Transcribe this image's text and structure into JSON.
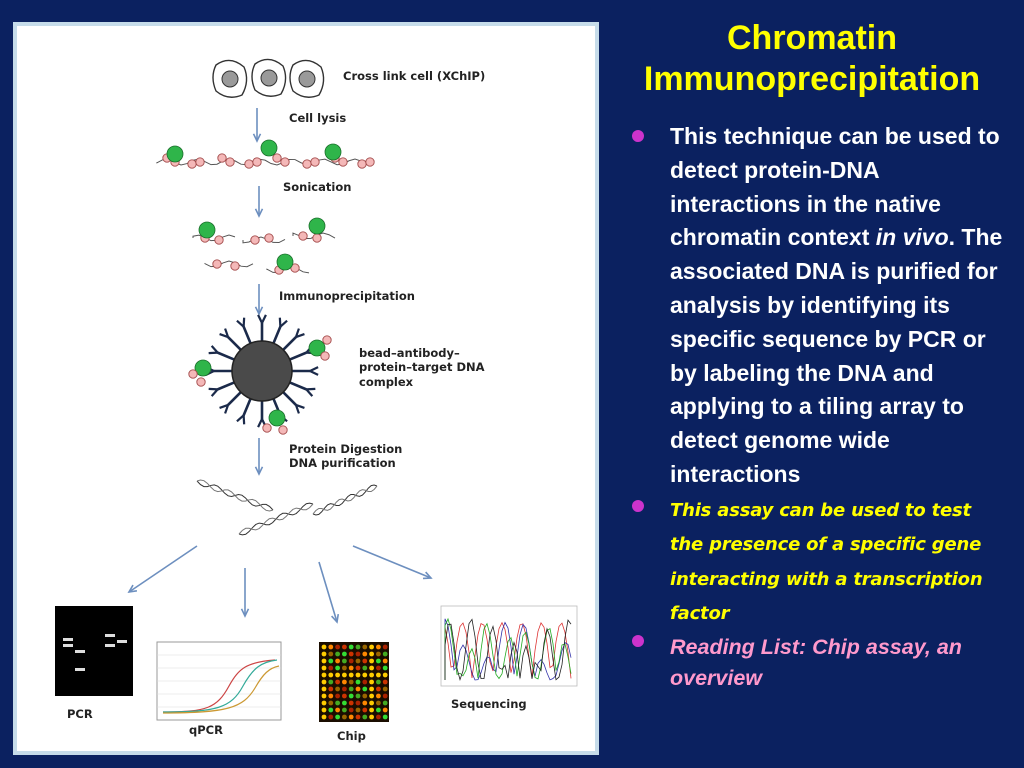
{
  "slide": {
    "title": "Chromatin Immunoprecipitation",
    "bullets": [
      {
        "text_before": "This technique can be used to detect protein-DNA interactions in the native chromatin context ",
        "emphasis": "in vivo",
        "text_after": ". The associated DNA is purified for analysis by identifying its specific sequence by PCR or by labeling the DNA and applying to a tiling array to detect genome wide interactions"
      },
      {
        "text": "This assay can be used to test the presence of a specific gene interacting with a transcription factor"
      },
      {
        "text": "Reading List: Chip assay, an overview"
      }
    ]
  },
  "figure": {
    "steps": {
      "crosslink": "Cross link cell (XChIP)",
      "lysis": "Cell lysis",
      "sonication": "Sonication",
      "ip": "Immunoprecipitation",
      "complex_line1": "bead–antibody–",
      "complex_line2": "protein–target DNA",
      "complex_line3": "complex",
      "digestion_line1": "Protein Digestion",
      "digestion_line2": "DNA purification"
    },
    "outputs": {
      "pcr": "PCR",
      "qpcr": "qPCR",
      "chip": "Chip",
      "sequencing": "Sequencing"
    }
  },
  "colors": {
    "background": "#0b2160",
    "title": "#ffff00",
    "bullet_dot": "#cc33cc",
    "bullet2_text": "#ffff00",
    "bullet3_text": "#ff99cc",
    "protein": "#2fb54a",
    "nucleosome": "#f4b8b8",
    "arrow": "#6d8fbf"
  }
}
